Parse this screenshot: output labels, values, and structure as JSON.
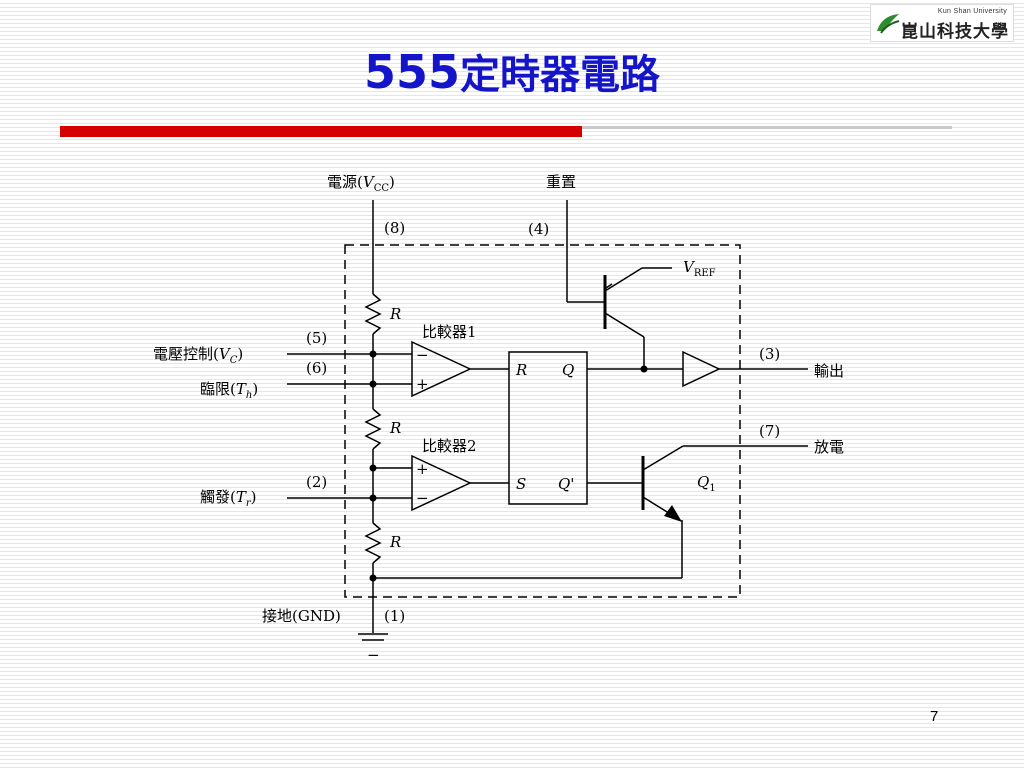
{
  "logo": {
    "subtitle": "Kun Shan University",
    "name": "崑山科技大學"
  },
  "slide": {
    "title_num": "555",
    "title_text": "定時器電路",
    "page_number": "7"
  },
  "diagram": {
    "power_label": "電源(",
    "power_sym": "V",
    "power_sub": "CC",
    "power_close": ")",
    "reset_label": "重置",
    "pin8": "(8)",
    "pin4": "(4)",
    "pin5": "(5)",
    "pin6": "(6)",
    "pin3": "(3)",
    "pin7": "(7)",
    "pin2": "(2)",
    "pin1": "(1)",
    "vref_sym": "V",
    "vref_sub": "REF",
    "r_top": "R",
    "r_mid": "R",
    "r_bot": "R",
    "comp1": "比較器1",
    "comp2": "比較器2",
    "minus": "−",
    "plus": "+",
    "ctrl_label": "電壓控制(",
    "ctrl_sym": "V",
    "ctrl_sub": "C",
    "ctrl_close": ")",
    "thr_label": "臨限(",
    "thr_sym": "T",
    "thr_sub": "h",
    "thr_close": ")",
    "trig_label": "觸發(",
    "trig_sym": "T",
    "trig_sub": "r",
    "trig_close": ")",
    "ff_r": "R",
    "ff_q": "Q",
    "ff_s": "S",
    "ff_qp": "Q'",
    "output_label": "輸出",
    "discharge_label": "放電",
    "q1_sym": "Q",
    "q1_sub": "1",
    "gnd_label": "接地(GND)",
    "gnd_minus": "−"
  }
}
